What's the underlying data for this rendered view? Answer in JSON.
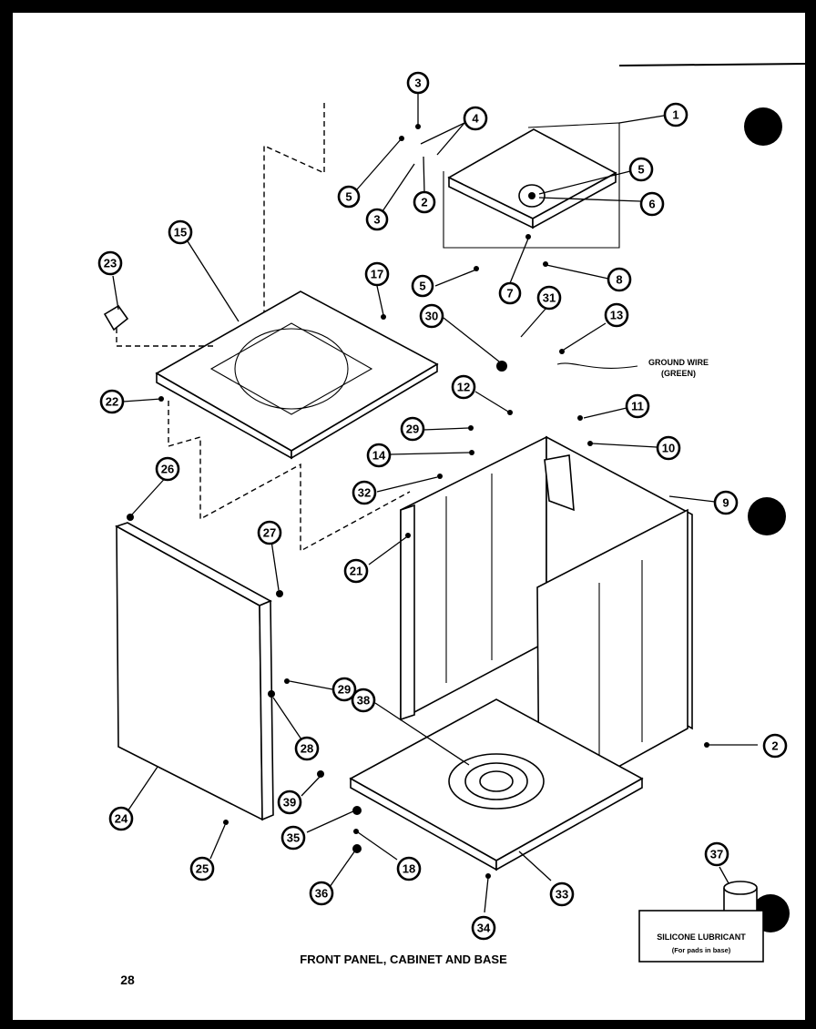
{
  "page_number": "28",
  "caption": "FRONT PANEL, CABINET AND BASE",
  "notes": {
    "ground_wire_line1": "GROUND WIRE",
    "ground_wire_line2": "(GREEN)",
    "lubricant_title": "SILICONE LUBRICANT",
    "lubricant_sub": "(For pads in base)"
  },
  "callouts": [
    "1",
    "2",
    "3",
    "4",
    "5",
    "6",
    "7",
    "8",
    "9",
    "10",
    "11",
    "12",
    "13",
    "14",
    "15",
    "17",
    "18",
    "21",
    "22",
    "23",
    "24",
    "25",
    "26",
    "27",
    "28",
    "29",
    "30",
    "31",
    "32",
    "33",
    "34",
    "35",
    "36",
    "37",
    "38",
    "39"
  ],
  "colors": {
    "ink": "#000000",
    "paper": "#ffffff"
  }
}
